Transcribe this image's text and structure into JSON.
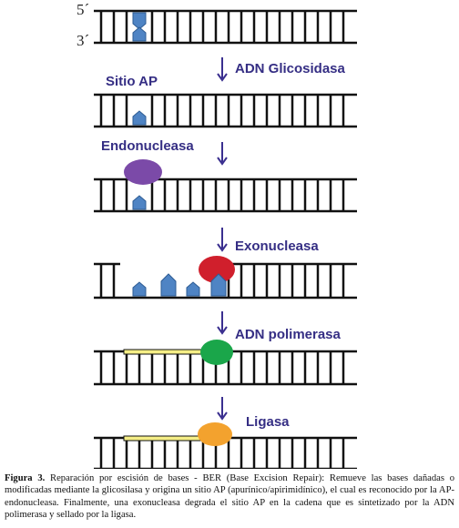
{
  "colors": {
    "strand": "#111111",
    "base": "#4f84c4",
    "base_dark": "#2e5c94",
    "arrow": "#3a2f8f",
    "label": "#352e84",
    "endonuclease": "#7b4aa8",
    "exonuclease": "#d01f2c",
    "polymerase": "#1aa64a",
    "ligase": "#f3a22e",
    "new_strand": "#f5ee86"
  },
  "diagram": {
    "strand_end_top": "5´",
    "strand_end_bottom": "3´",
    "steps": [
      {
        "arrow_label": "ADN Glicosidasa"
      },
      {
        "site_label": "Sitio AP"
      },
      {
        "enzyme_label": "Endonucleasa"
      },
      {
        "arrow_label": "Exonucleasa"
      },
      {
        "arrow_label": "ADN polimerasa"
      },
      {
        "arrow_label": "Ligasa"
      }
    ]
  },
  "caption": {
    "figure": "Figura 3.",
    "text": " Reparación por escisión de bases - BER (Base Excision Repair): Remueve las bases dañadas o modificadas mediante la glicosilasa y origina un sitio AP (apurínico/apirimidínico), el cual es reconocido por la AP-endonucleasa. Finalmente, una exonucleasa degrada el sitio AP en la cadena que es sintetizado por la ADN polimerasa y sellado por la ligasa."
  }
}
